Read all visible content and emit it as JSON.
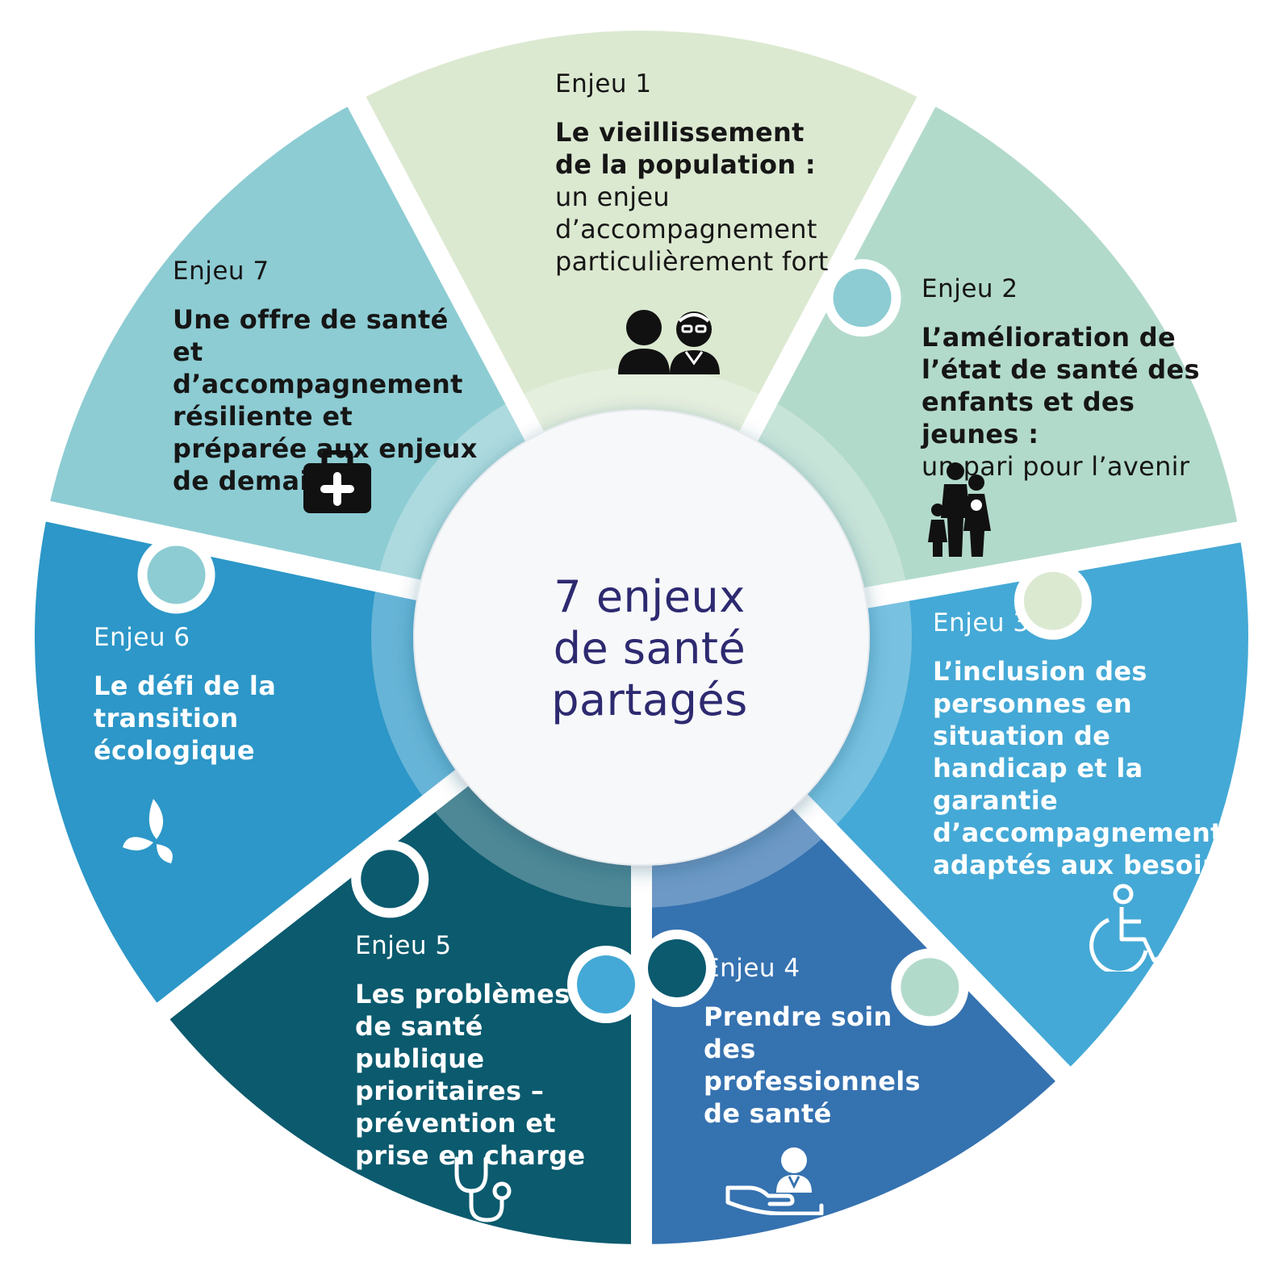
{
  "center": {
    "line1": "7 enjeux",
    "line2": "de santé",
    "line3": "partagés"
  },
  "segments": [
    {
      "label": "Enjeu 1",
      "title": "Le vieillissement de la population :",
      "description": "un enjeu d’accompagnement particulièrement fort",
      "icon": "elderly-couple-icon",
      "color": "#dce9d1"
    },
    {
      "label": "Enjeu 2",
      "title": "L’amélioration de l’état de santé des enfants et des jeunes :",
      "description": "un pari pour l’avenir",
      "icon": "family-icon",
      "color": "#b2dacb"
    },
    {
      "label": "Enjeu 3",
      "title": "L’inclusion des personnes en situation de handicap et la garantie d’accompagnements adaptés aux besoins",
      "icon": "wheelchair-icon",
      "color": "#44a9d6"
    },
    {
      "label": "Enjeu 4",
      "title": "Prendre soin des professionnels de santé",
      "icon": "doctor-hand-icon",
      "color": "#3572b0"
    },
    {
      "label": "Enjeu 5",
      "title": "Les problèmes de santé publique prioritaires – prévention et prise en charge",
      "icon": "stethoscope-icon",
      "color": "#0b5a6e"
    },
    {
      "label": "Enjeu 6",
      "title": "Le défi de la transition écologique",
      "icon": "leaf-icon",
      "color": "#2c97c8"
    },
    {
      "label": "Enjeu 7",
      "title": "Une offre de santé et d’accompagnement résiliente et préparée aux enjeux de demain",
      "icon": "medical-kit-icon",
      "color": "#8dccd3"
    }
  ]
}
